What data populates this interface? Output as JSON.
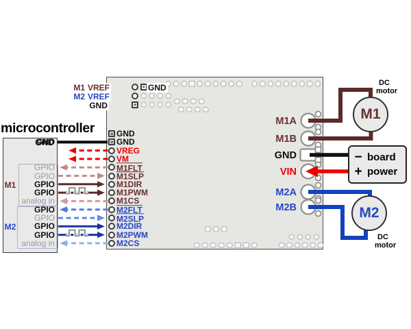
{
  "heading": "microcontroller",
  "colors": {
    "red": "#EE0000",
    "maroon_label": "#69302F",
    "maroon_wire": "#5D2A2A",
    "rosy": "#C28A8A",
    "rosy_light": "#CC9C9C",
    "blue_label": "#2847C4",
    "blue_dark": "#1736A4",
    "blue_wire": "#1243BC",
    "blue_dashed": "#4C7CE4",
    "blue_dashed_light": "#5F8EEA",
    "blue_pale": "#8FB0F0",
    "black": "#0F0F0F",
    "dim_text": "#9C9C9C",
    "board_fill": "#E6E6E3",
    "board_stroke": "#4A4A4A",
    "mcu_fill": "#E9E9E9",
    "m1_box_stroke": "#C3ABAB",
    "m2_box_stroke": "#A9B4D8",
    "pulse": "#8C8C8C"
  },
  "mcu": {
    "gnd_label": "GND",
    "m1_group_label": "M1",
    "m2_group_label": "M2"
  },
  "board": {
    "top_rows": [
      {
        "left_label": "M1",
        "pin_label": "VREF",
        "right_label": "GND"
      },
      {
        "left_label": "M2",
        "pin_label": "VREF",
        "right_label": ""
      },
      {
        "left_label": "",
        "pin_label": "GND",
        "right_label": ""
      }
    ],
    "right_pins": [
      {
        "label": "M1A",
        "color": "maroon_label"
      },
      {
        "label": "M1B",
        "color": "maroon_label"
      },
      {
        "label": "GND",
        "color": "black"
      },
      {
        "label": "VIN",
        "color": "red"
      },
      {
        "label": "M2A",
        "color": "blue_label"
      },
      {
        "label": "M2B",
        "color": "blue_label"
      }
    ]
  },
  "signals": [
    {
      "board_pin": "GND",
      "shape": "square",
      "color": "black"
    },
    {
      "board_pin": "GND",
      "shape": "square",
      "color": "black",
      "mcu_label": "GND",
      "mcu_style": "bold",
      "wire": {
        "style": "solid",
        "color": "black",
        "dir": "flat",
        "width": 4.2
      }
    },
    {
      "board_pin": "VREG",
      "shape": "circle",
      "color": "red",
      "wire": {
        "style": "dashed",
        "color": "red",
        "dir": "left",
        "tip": 100
      }
    },
    {
      "board_pin": "VM",
      "shape": "circle",
      "color": "red",
      "wire": {
        "style": "dashed",
        "color": "red",
        "dir": "left",
        "tip": 100
      }
    },
    {
      "board_pin": "M1FLT",
      "overline": true,
      "shape": "circle",
      "color": "maroon_label",
      "mcu_label": "GPIO",
      "mcu_style": "dim",
      "wire": {
        "style": "dashed",
        "color": "rosy",
        "dir": "left",
        "tip": 87
      }
    },
    {
      "board_pin": "M1SLP",
      "overline": true,
      "shape": "circle",
      "color": "maroon_label",
      "mcu_label": "GPIO",
      "mcu_style": "dim",
      "wire": {
        "style": "dashed",
        "color": "rosy",
        "dir": "right"
      }
    },
    {
      "board_pin": "M1DIR",
      "shape": "circle",
      "color": "maroon_label",
      "mcu_label": "GPIO",
      "mcu_style": "bold",
      "wire": {
        "style": "solid",
        "color": "maroon_wire",
        "dir": "right"
      }
    },
    {
      "board_pin": "M1PWM",
      "shape": "circle",
      "color": "maroon_label",
      "mcu_label": "GPIO",
      "mcu_style": "bold",
      "wire": {
        "style": "solid",
        "color": "maroon_wire",
        "dir": "right",
        "pwm": true
      }
    },
    {
      "board_pin": "M1CS",
      "shape": "circle",
      "color": "maroon_label",
      "mcu_label": "analog in",
      "mcu_style": "dim",
      "wire": {
        "style": "dashed",
        "color": "rosy_light",
        "dir": "left",
        "tip": 87
      }
    },
    {
      "board_pin": "M2FLT",
      "overline": true,
      "shape": "circle",
      "color": "blue_label",
      "mcu_label": "GPIO",
      "mcu_style": "bold",
      "wire": {
        "style": "dashed",
        "color": "blue_dashed",
        "dir": "left",
        "tip": 87
      }
    },
    {
      "board_pin": "M2SLP",
      "overline": true,
      "shape": "circle",
      "color": "blue_label",
      "mcu_label": "GPIO",
      "mcu_style": "dim",
      "wire": {
        "style": "dashed",
        "color": "blue_dashed_light",
        "dir": "right"
      }
    },
    {
      "board_pin": "M2DIR",
      "shape": "circle",
      "color": "blue_label",
      "mcu_label": "GPIO",
      "mcu_style": "bold",
      "wire": {
        "style": "solid",
        "color": "blue_dark",
        "dir": "right"
      }
    },
    {
      "board_pin": "M2PWM",
      "shape": "circle",
      "color": "blue_label",
      "mcu_label": "GPIO",
      "mcu_style": "bold",
      "wire": {
        "style": "solid",
        "color": "blue_dark",
        "dir": "right",
        "pwm": true
      }
    },
    {
      "board_pin": "M2CS",
      "shape": "circle",
      "color": "blue_label",
      "mcu_label": "analog in",
      "mcu_style": "dim",
      "wire": {
        "style": "dashed",
        "color": "blue_pale",
        "dir": "left",
        "tip": 87
      }
    }
  ],
  "motors": {
    "m1": {
      "label": "M1",
      "caption_line1": "DC",
      "caption_line2": "motor"
    },
    "m2": {
      "label": "M2",
      "caption_line1": "DC",
      "caption_line2": "motor"
    }
  },
  "power_box": {
    "minus_sign": "−",
    "plus_sign": "+",
    "line1": "board",
    "line2": "power"
  }
}
